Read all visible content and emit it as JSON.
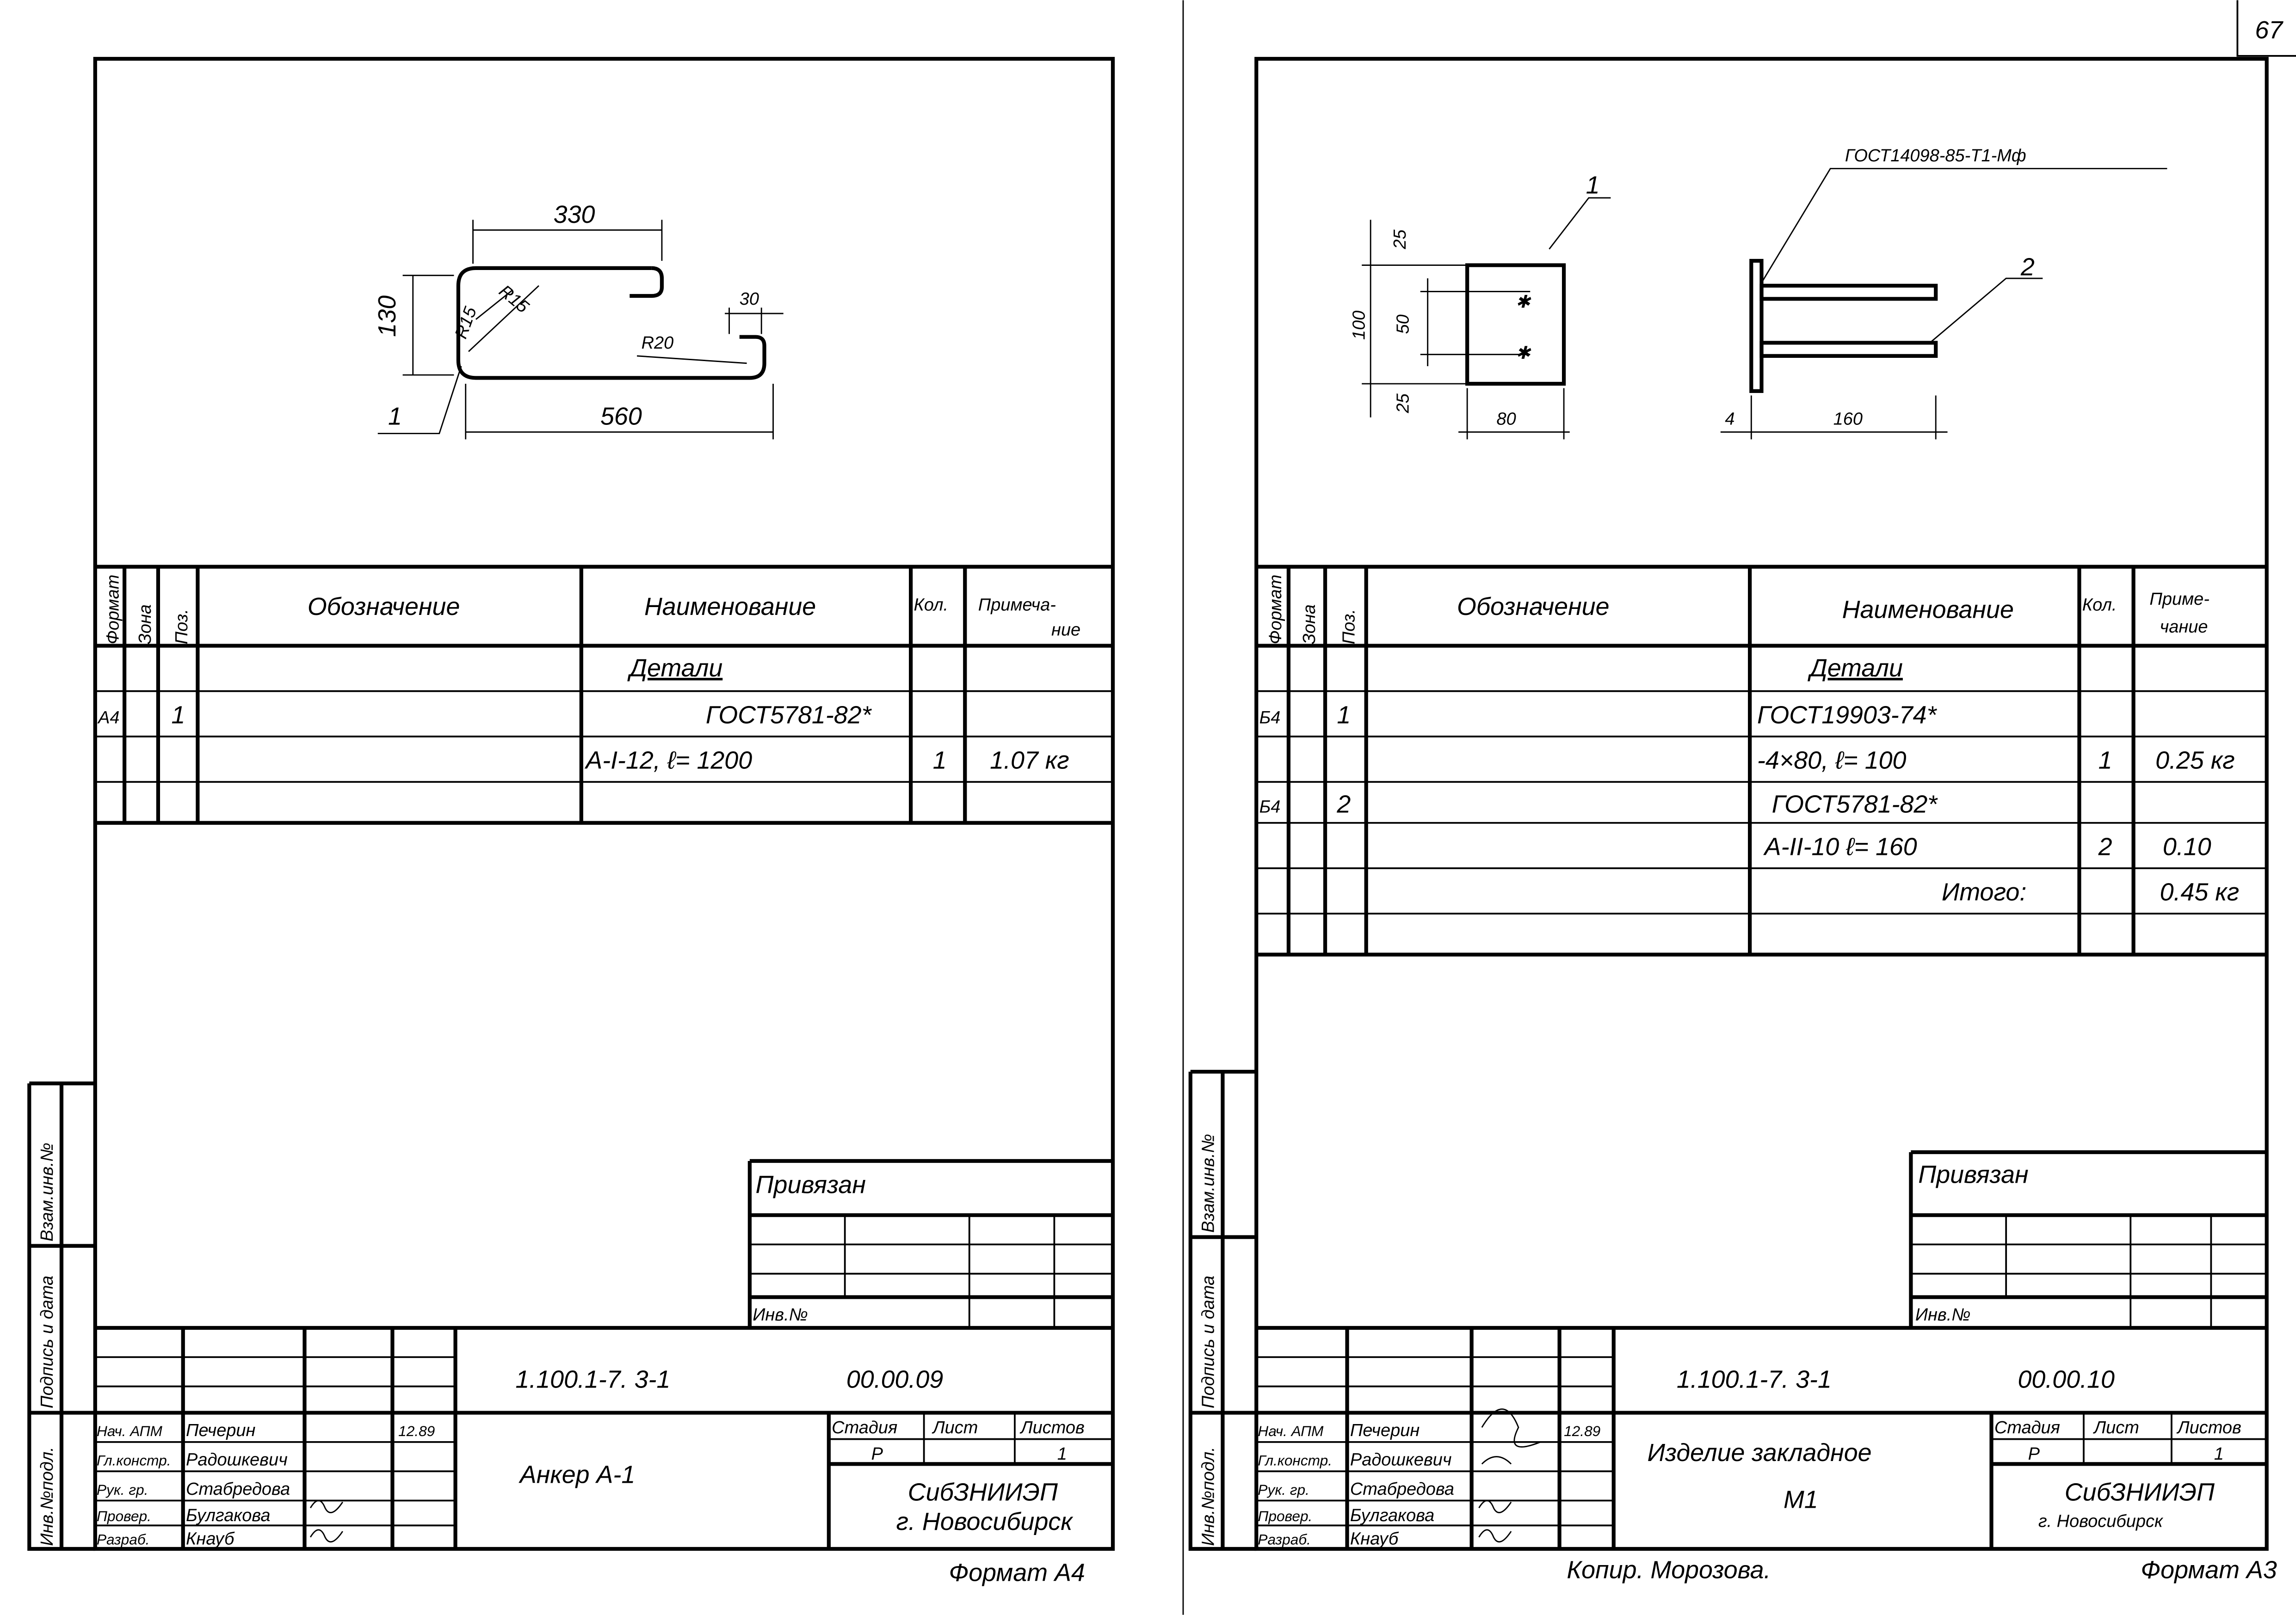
{
  "page_number": "67",
  "left_sheet": {
    "drawing": {
      "dims": [
        "330",
        "130",
        "R15",
        "R15",
        "30",
        "R20",
        "560"
      ],
      "pos_callout": "1"
    },
    "spec_table": {
      "headers": [
        "Формат",
        "Зона",
        "Поз.",
        "Обозначение",
        "Наименование",
        "Кол.",
        "Примеча-",
        "ние"
      ],
      "section": "Детали",
      "rows": [
        {
          "format": "А4",
          "pos": "1",
          "name": "ГОСТ5781-82*",
          "qty": "",
          "note": ""
        },
        {
          "format": "",
          "pos": "",
          "name": "А-Ι-12, ℓ= 1200",
          "qty": "1",
          "note": "1.07 кг"
        }
      ]
    },
    "binding": {
      "title": "Привязан",
      "inv": "Инв.№"
    },
    "side_strip": [
      "Инв.№подл.",
      "Подпись и дата",
      "Взам.инв.№"
    ],
    "title_block": {
      "code": "1.100.1-7. 3-1",
      "number": "00.00.09",
      "roles": [
        "Нач. АПМ",
        "Гл.констр.",
        "Рук. гр.",
        "Провер.",
        "Разраб."
      ],
      "names": [
        "Печерин",
        "Радошкевич",
        "Стабредова",
        "Булгакова",
        "Кнауб"
      ],
      "date": "12.89",
      "item_name": "Анкер  А-1",
      "stage_h": "Стадия",
      "sheet_h": "Лист",
      "sheets_h": "Листов",
      "stage": "Р",
      "sheets": "1",
      "org": "СибЗНИИЭП",
      "city": "г. Новосибирск"
    },
    "format": "Формат А4"
  },
  "right_sheet": {
    "drawing": {
      "gost_label": "ГОСТ14098-85-Т1-Мф",
      "dims": [
        "25",
        "100",
        "50",
        "25",
        "80",
        "4",
        "160"
      ],
      "callouts": [
        "1",
        "2"
      ]
    },
    "spec_table": {
      "headers": [
        "Формат",
        "Зона",
        "Поз.",
        "Обозначение",
        "Наименование",
        "Кол.",
        "Приме-",
        "чание"
      ],
      "section": "Детали",
      "rows": [
        {
          "format": "Б4",
          "pos": "1",
          "name": "ГОСТ19903-74*",
          "qty": "",
          "note": ""
        },
        {
          "format": "",
          "pos": "",
          "name": "-4×80, ℓ= 100",
          "qty": "1",
          "note": "0.25 кг"
        },
        {
          "format": "Б4",
          "pos": "2",
          "name": "ГОСТ5781-82*",
          "qty": "",
          "note": ""
        },
        {
          "format": "",
          "pos": "",
          "name": "А-ΙΙ-10  ℓ= 160",
          "qty": "2",
          "note": "0.10"
        },
        {
          "format": "",
          "pos": "",
          "name": "Итого:",
          "qty": "",
          "note": "0.45 кг"
        }
      ]
    },
    "binding": {
      "title": "Привязан",
      "inv": "Инв.№"
    },
    "side_strip": [
      "Инв.№подл.",
      "Подпись и дата",
      "Взам.инв.№"
    ],
    "title_block": {
      "code": "1.100.1-7. 3-1",
      "number": "00.00.10",
      "roles": [
        "Нач. АПМ",
        "Гл.констр.",
        "Рук. гр.",
        "Провер.",
        "Разраб."
      ],
      "names": [
        "Печерин",
        "Радошкевич",
        "Стабредова",
        "Булгакова",
        "Кнауб"
      ],
      "date": "12.89",
      "item_name": "Изделие   закладное",
      "item_mark": "М1",
      "stage_h": "Стадия",
      "sheet_h": "Лист",
      "sheets_h": "Листов",
      "stage": "Р",
      "sheets": "1",
      "org": "СибЗНИИЭП",
      "city": "г. Новосибирск"
    },
    "copied": "Копир.  Морозова.",
    "format": "Формат А3"
  }
}
